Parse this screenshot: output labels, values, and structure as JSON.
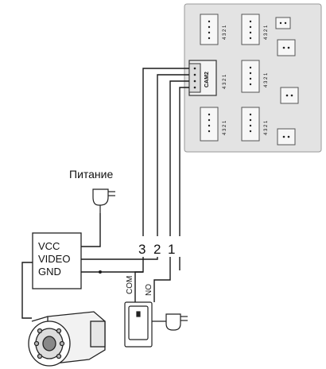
{
  "power_label": "Питание",
  "camera_box": {
    "vcc": "VCC",
    "video": "VIDEO",
    "gnd": "GND"
  },
  "wire_numbers": {
    "n3": "3",
    "n2": "2",
    "n1": "1"
  },
  "relay": {
    "com": "COM",
    "no": "NO"
  },
  "panel": {
    "cam_label": "CAM2",
    "pins_row": [
      "4",
      "3",
      "2",
      "1"
    ]
  },
  "colors": {
    "panel_bg": "#e3e3e3",
    "panel_border": "#9a9a9a",
    "wire": "#1a1a1a"
  }
}
